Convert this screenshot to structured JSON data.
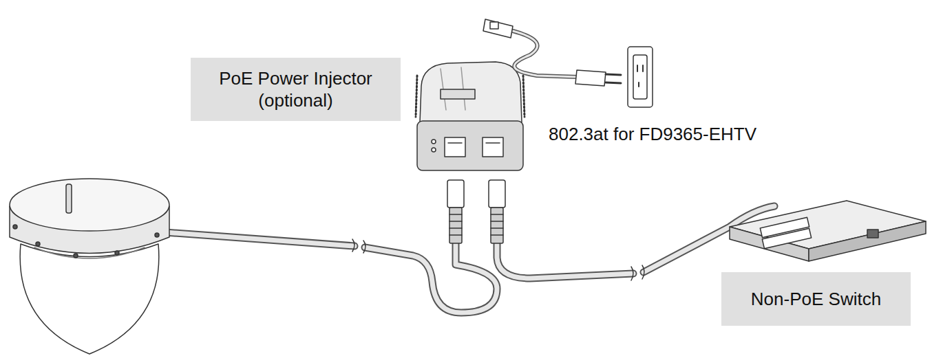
{
  "diagram": {
    "nodes": [
      {
        "text": [
          "PoE Power Injector (optional)"
        ]
      },
      {
        "text": [
          "Non-PoE Switch"
        ]
      }
    ],
    "labels": [
      "802.3at for FD9365-EHTV"
    ]
  }
}
